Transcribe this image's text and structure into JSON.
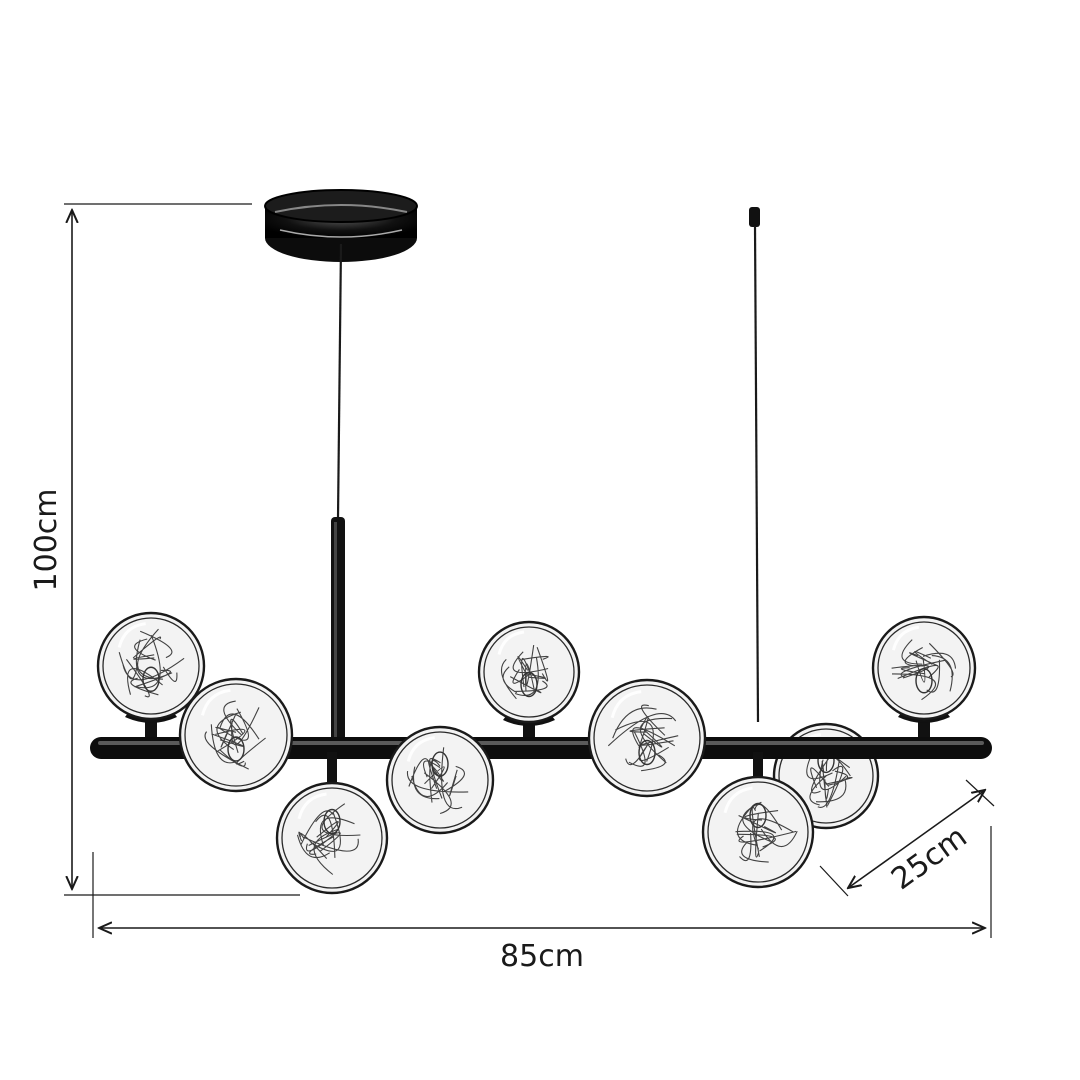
{
  "dimensions": {
    "height_label": "100cm",
    "width_label": "85cm",
    "depth_label": "25cm"
  },
  "colors": {
    "ink": "#1a1a1a",
    "metal": "#111111",
    "glass": "#f3f3f3",
    "background": "#ffffff"
  }
}
